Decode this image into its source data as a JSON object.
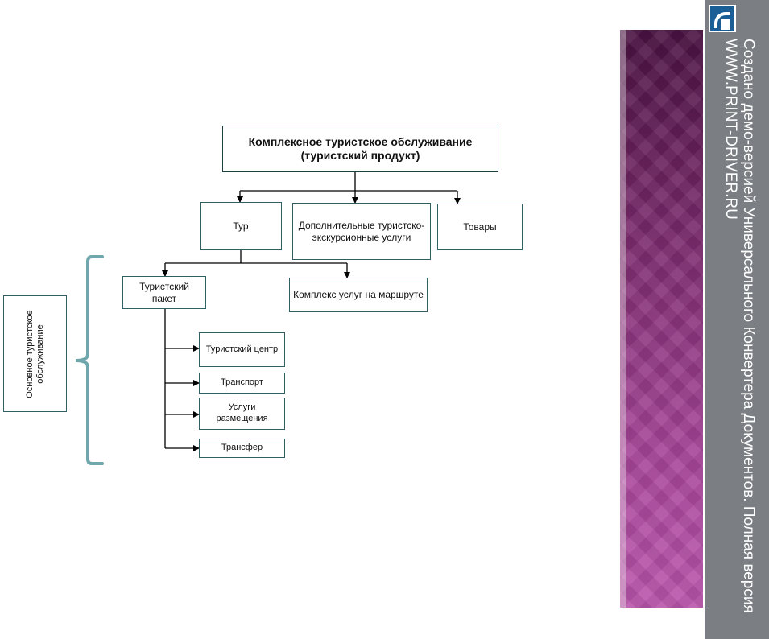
{
  "diagram": {
    "root": "Комплексное туристское обслуживание (туристский продукт)",
    "level1": {
      "tour": "Тур",
      "extra": "Дополнительные туристско-экскурсионные услуги",
      "goods": "Товары"
    },
    "level2": {
      "package": "Туристский пакет",
      "route": "Комплекс услуг на маршруте"
    },
    "package_items": {
      "center": "Туристский центр",
      "transport": "Транспорт",
      "accommodation": "Услуги размещения",
      "transfer": "Трансфер"
    },
    "side_label": "Основное туристское обслуживание",
    "colors": {
      "box_border": "#2f5f63",
      "bracket": "#6fa7ad",
      "band": "#8b3480"
    }
  },
  "watermark": {
    "line1": "Создано демо-версией Универсального Конвертера Документов. Полная версия",
    "line2": "WWW.PRINT-DRIVER.RU",
    "logo_icon": "print-driver-logo-icon"
  }
}
